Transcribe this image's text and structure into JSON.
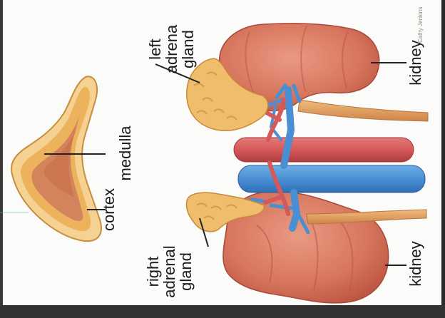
{
  "labels": {
    "medulla": "medulla",
    "cortex": "cortex",
    "left_adrenal": [
      "left",
      "adrena",
      "gland"
    ],
    "right_adrenal": [
      "right",
      "adrenal",
      "gland"
    ],
    "kidney_top": "kidney",
    "kidney_bottom": "kidney"
  },
  "credit": "Cathy Jenkins",
  "colors": {
    "kidney": "#d8765e",
    "adrenal": "#f0bd6d",
    "artery": "#d5585a",
    "vein": "#4a8fd4",
    "ureter": "#e5a065",
    "page": "#fbfbf9",
    "frame": "#2c2a2b"
  }
}
